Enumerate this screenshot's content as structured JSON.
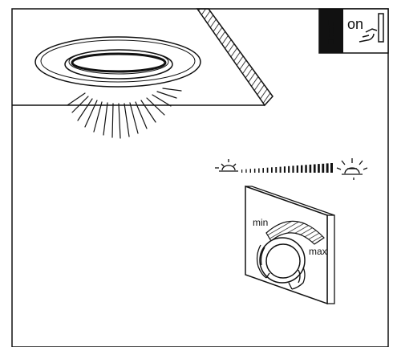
{
  "warning_box": {
    "symbol": "!",
    "switch_label": "on"
  },
  "dimmer": {
    "min_label": "min",
    "max_label": "max"
  },
  "brightness_scale": {
    "low_icon": "dim-lamp-icon",
    "high_icon": "bright-lamp-icon"
  },
  "colors": {
    "line": "#111111",
    "background": "#ffffff"
  }
}
